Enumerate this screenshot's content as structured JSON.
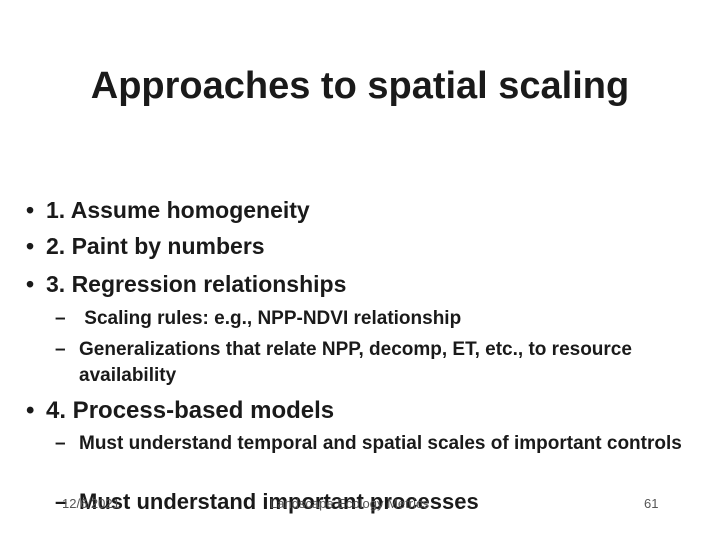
{
  "title": "Approaches to spatial scaling",
  "bullets": [
    {
      "marker": "•",
      "text": "1. Assume homogeneity"
    },
    {
      "marker": "•",
      "text": "2. Paint by numbers"
    },
    {
      "marker": "•",
      "text": "3. Regression relationships"
    },
    {
      "marker": "•",
      "text": "4. Process-based models"
    }
  ],
  "sub3": [
    {
      "marker": "–",
      "text": " Scaling rules: e.g., NPP-NDVI relationship"
    },
    {
      "marker": "–",
      "text": "Generalizations that relate NPP, decomp, ET, etc., to resource availability"
    }
  ],
  "sub4": [
    {
      "marker": "–",
      "text": "Must understand temporal and spatial scales of important controls"
    },
    {
      "marker": "–",
      "text": "Must understand important processes"
    }
  ],
  "footer": {
    "date": "12/6/2021",
    "center": "Landscape Ecology Metrics",
    "page": "61"
  }
}
